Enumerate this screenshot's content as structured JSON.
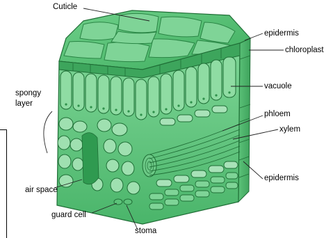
{
  "labels": {
    "cuticle": "Cuticle",
    "epidermis_top": "epidermis",
    "chloroplast": "chloroplast",
    "vacuole": "vacuole",
    "spongy_line1": "spongy",
    "spongy_line2": "layer",
    "phloem": "phloem",
    "xylem": "xylem",
    "epidermis_bottom": "epidermis",
    "air_space": "air space",
    "guard_cell": "guard cell",
    "stoma": "stoma"
  },
  "colors": {
    "leaf_dark": "#2e9e4f",
    "leaf_mid": "#5cc279",
    "leaf_light": "#9fdcae",
    "leaf_pale": "#c8ecd0",
    "outline": "#1f6e36"
  }
}
